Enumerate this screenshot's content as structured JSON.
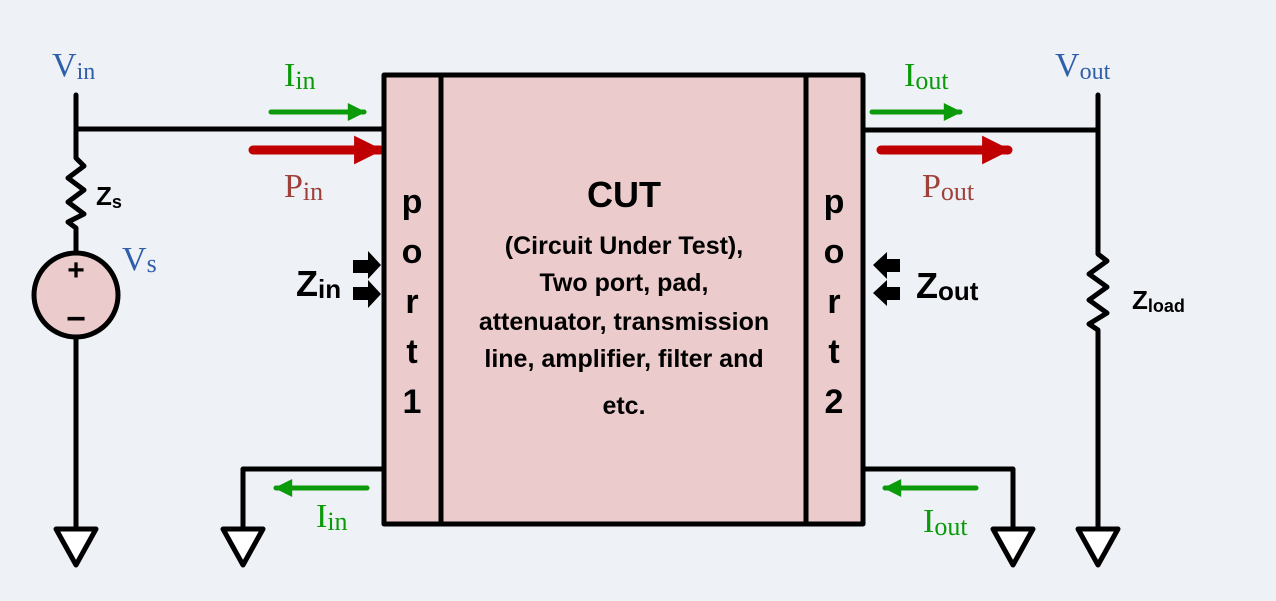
{
  "colors": {
    "background": "#EEF1F6",
    "block_fill": "#EBCBCB",
    "voltage_label": "#2E5FA8",
    "current": "#0A9A0A",
    "power_arrow": "#C00000",
    "power_label": "#A0403A",
    "line": "#000000",
    "ground_fill": "#FFFFFF"
  },
  "labels": {
    "vin": {
      "main": "V",
      "sub": "in"
    },
    "vs": {
      "main": "V",
      "sub": "s"
    },
    "zs": {
      "main": "Z",
      "sub": "s"
    },
    "iin_top": {
      "main": "I",
      "sub": "in"
    },
    "pin": {
      "main": "P",
      "sub": "in"
    },
    "zin": {
      "main": "Z",
      "sub": "in"
    },
    "iin_bottom": {
      "main": "I",
      "sub": "in"
    },
    "iout_top": {
      "main": "I",
      "sub": "out"
    },
    "pout": {
      "main": "P",
      "sub": "out"
    },
    "zout": {
      "main": "Z",
      "sub": "out"
    },
    "iout_bottom": {
      "main": "I",
      "sub": "out"
    },
    "vout": {
      "main": "V",
      "sub": "out"
    },
    "zload": {
      "main": "Z",
      "sub": "load"
    }
  },
  "source": {
    "plus": "+",
    "minus": "−"
  },
  "port1": {
    "letters": [
      "p",
      "o",
      "r",
      "t",
      "1"
    ]
  },
  "port2": {
    "letters": [
      "p",
      "o",
      "r",
      "t",
      "2"
    ]
  },
  "cut": {
    "title": "CUT",
    "lines": [
      "(Circuit Under Test),",
      "Two port, pad,",
      "attenuator, transmission",
      "line, amplifier, filter and",
      "etc."
    ]
  }
}
